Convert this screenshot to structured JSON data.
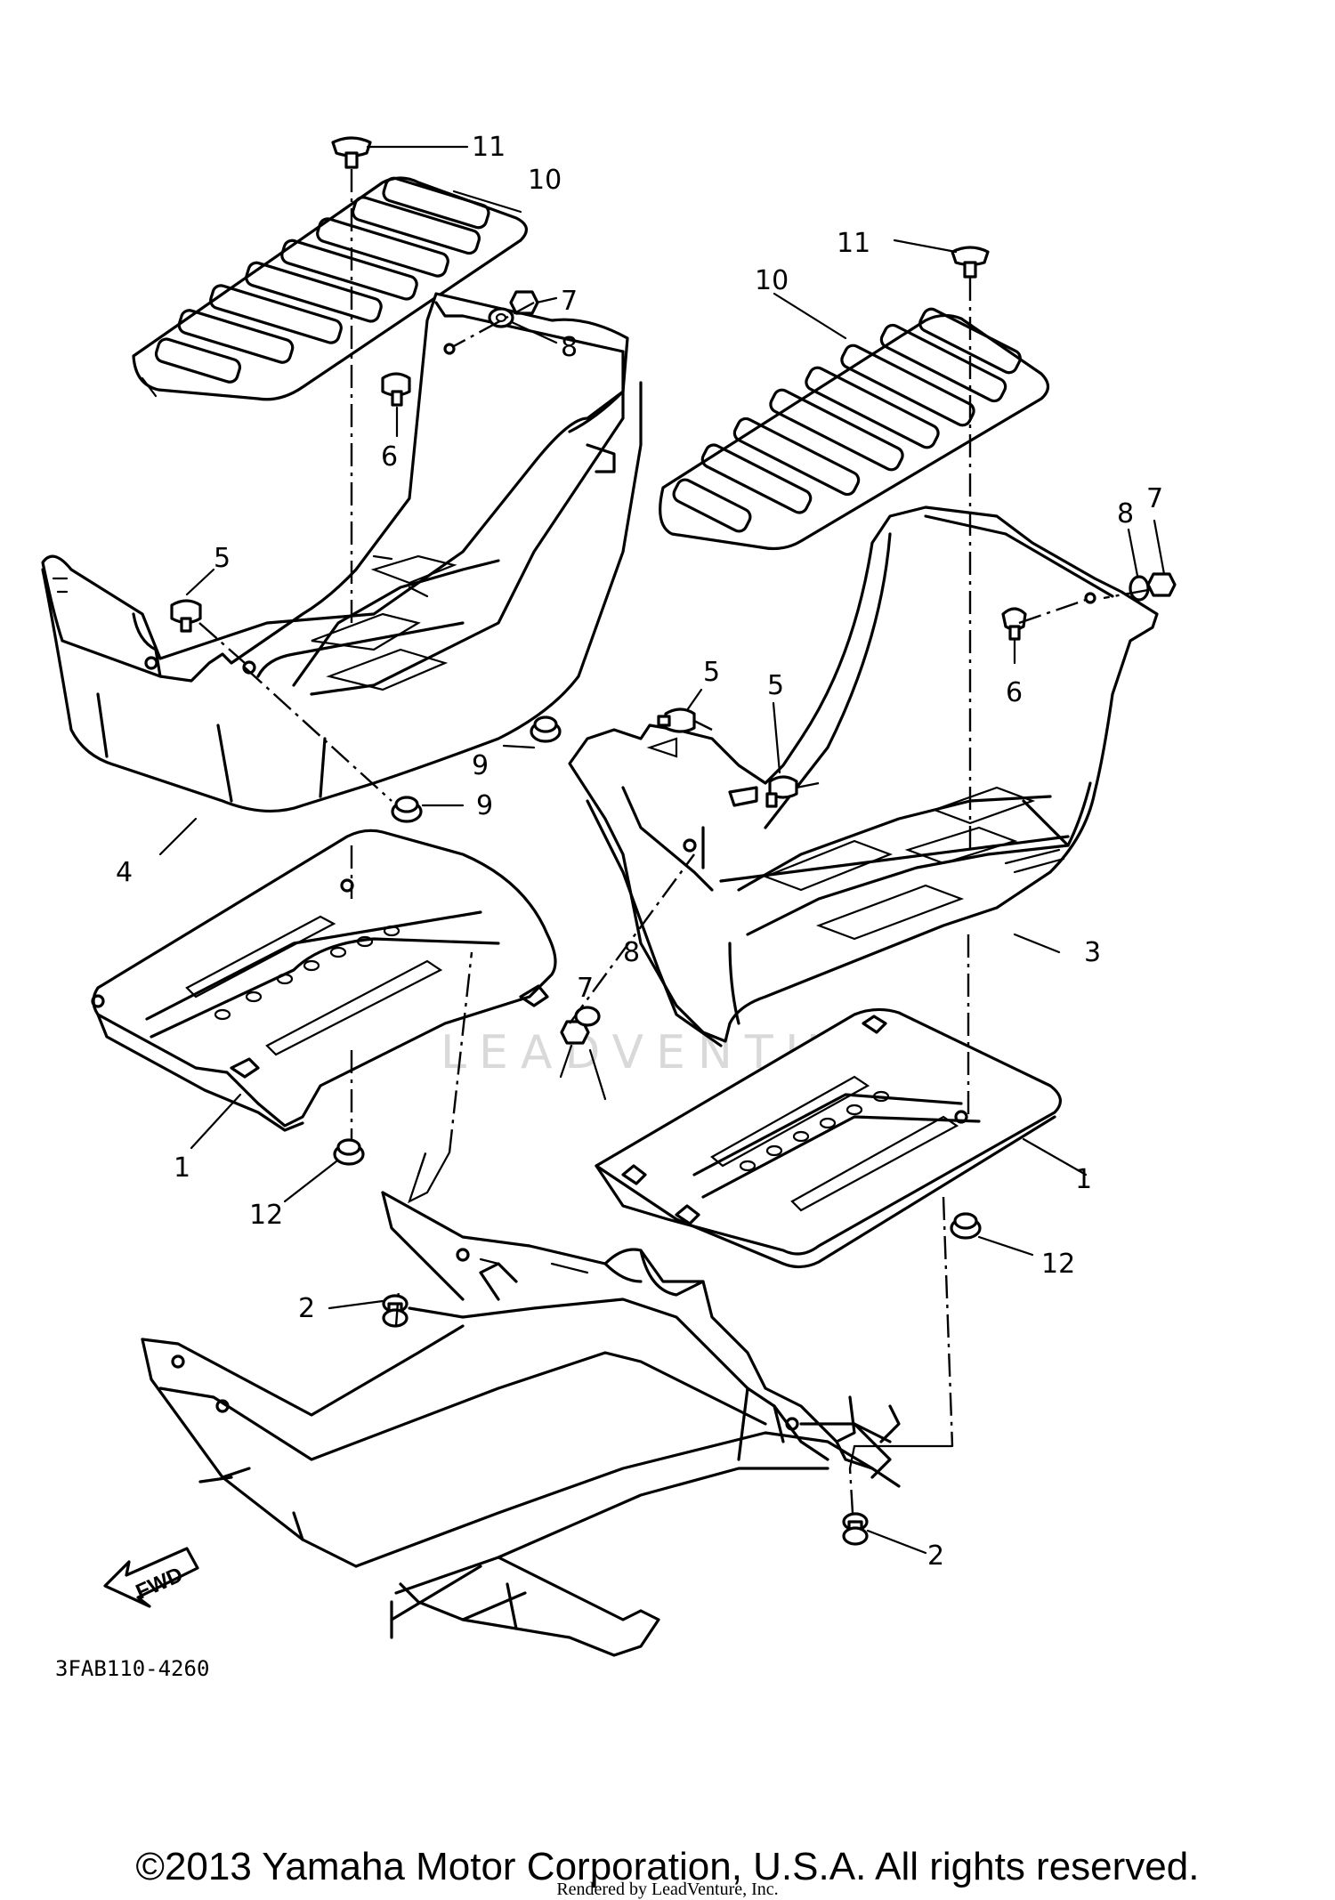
{
  "callouts": [
    {
      "id": "c11a",
      "label": "11"
    },
    {
      "id": "c10a",
      "label": "10"
    },
    {
      "id": "c7a",
      "label": "7"
    },
    {
      "id": "c8a",
      "label": "8"
    },
    {
      "id": "c6a",
      "label": "6"
    },
    {
      "id": "c5a",
      "label": "5"
    },
    {
      "id": "c9a",
      "label": "9"
    },
    {
      "id": "c9b",
      "label": "9"
    },
    {
      "id": "c4",
      "label": "4"
    },
    {
      "id": "c11b",
      "label": "11"
    },
    {
      "id": "c10b",
      "label": "10"
    },
    {
      "id": "c8b",
      "label": "8"
    },
    {
      "id": "c7b",
      "label": "7"
    },
    {
      "id": "c6b",
      "label": "6"
    },
    {
      "id": "c5b",
      "label": "5"
    },
    {
      "id": "c5c",
      "label": "5"
    },
    {
      "id": "c3",
      "label": "3"
    },
    {
      "id": "c8c",
      "label": "8"
    },
    {
      "id": "c7c",
      "label": "7"
    },
    {
      "id": "c1a",
      "label": "1"
    },
    {
      "id": "c12a",
      "label": "12"
    },
    {
      "id": "c1b",
      "label": "1"
    },
    {
      "id": "c12b",
      "label": "12"
    },
    {
      "id": "c2a",
      "label": "2"
    },
    {
      "id": "c2b",
      "label": "2"
    }
  ],
  "fwd_label": "FWD",
  "diagram_code": "3FAB110-4260",
  "watermark": "LEADVENTURE",
  "copyright": "©2013 Yamaha Motor Corporation, U.S.A. All rights reserved.",
  "rendered_by": "Rendered by LeadVenture, Inc."
}
